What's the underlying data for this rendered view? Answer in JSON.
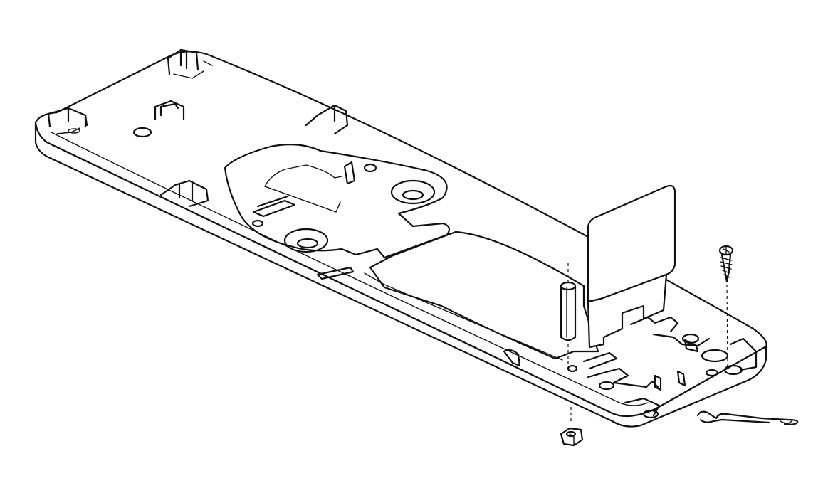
{
  "figure": {
    "kind": "exploded-assembly line drawing",
    "line_color": "#111111",
    "background": "#ffffff",
    "parts": [
      {
        "id": "base-tray",
        "icon": "base-plate"
      },
      {
        "id": "shield-plate",
        "icon": "bent-sheet-plate"
      },
      {
        "id": "standoff",
        "icon": "hex-standoff"
      },
      {
        "id": "wood-screw",
        "icon": "screw"
      },
      {
        "id": "hex-nut",
        "icon": "nut"
      },
      {
        "id": "retaining-wire",
        "icon": "wire-spring-clip"
      }
    ]
  }
}
